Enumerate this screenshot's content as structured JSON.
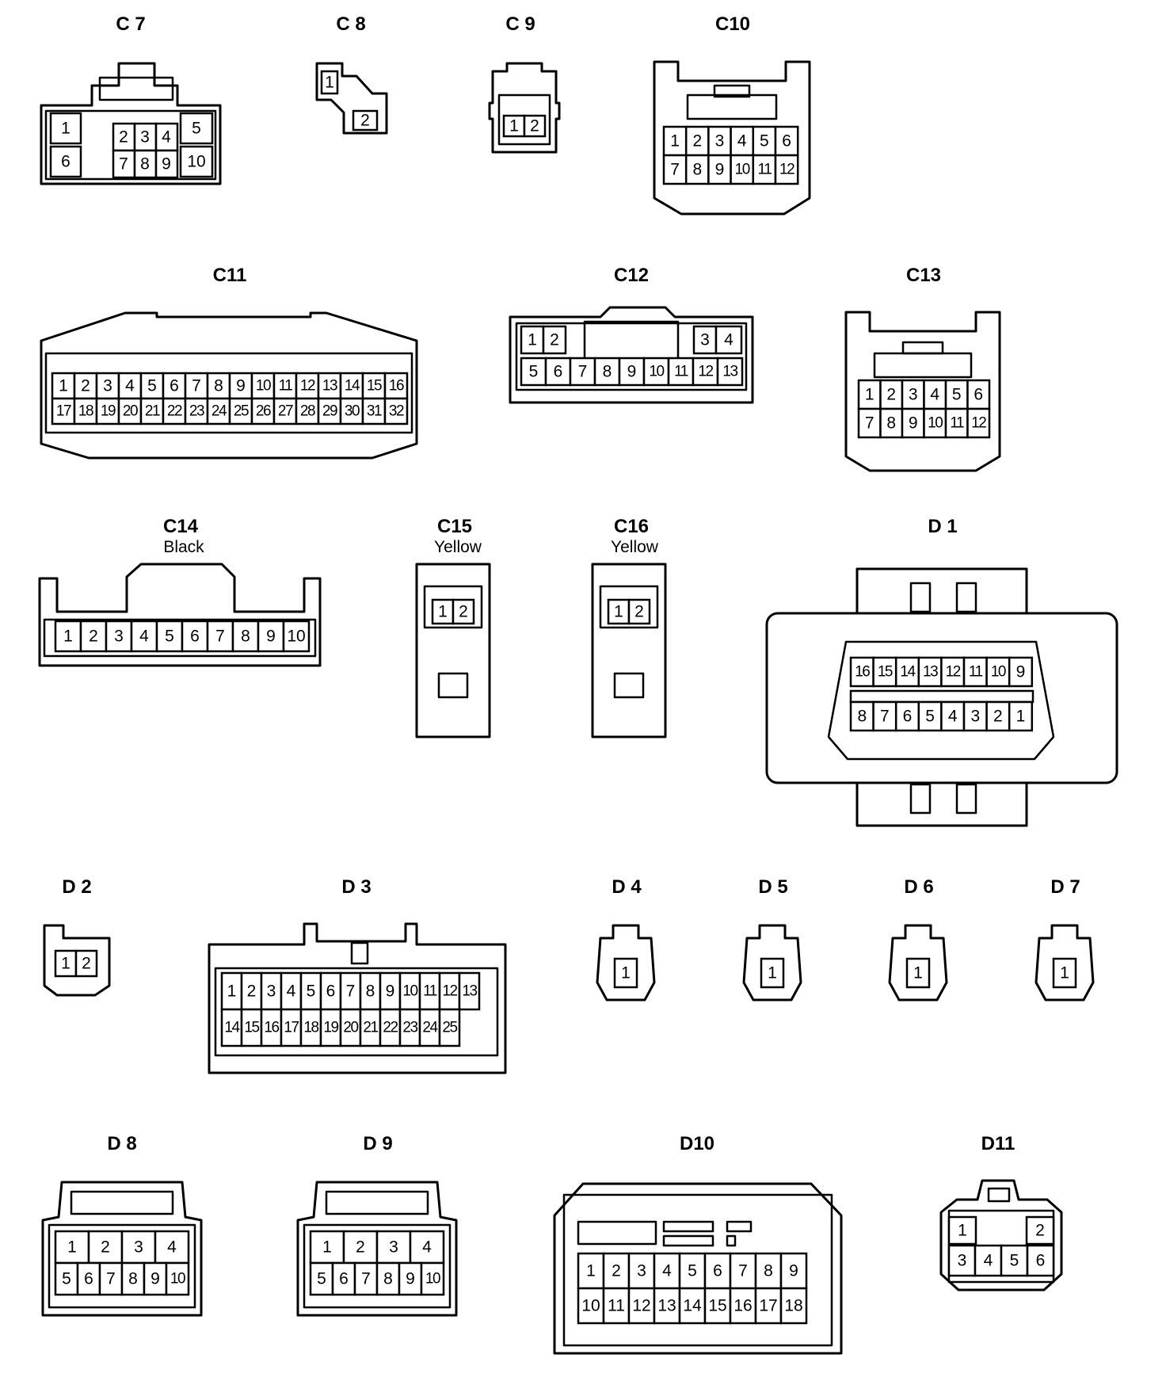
{
  "connectors": {
    "c7": {
      "label": "C 7",
      "pins": [
        "1",
        "2",
        "3",
        "4",
        "5",
        "6",
        "7",
        "8",
        "9",
        "10"
      ]
    },
    "c8": {
      "label": "C 8",
      "pins": [
        "1",
        "2"
      ]
    },
    "c9": {
      "label": "C 9",
      "pins": [
        "1",
        "2"
      ]
    },
    "c10": {
      "label": "C10",
      "pins": [
        "1",
        "2",
        "3",
        "4",
        "5",
        "6",
        "7",
        "8",
        "9",
        "10",
        "11",
        "12"
      ]
    },
    "c11": {
      "label": "C11",
      "pins": [
        "1",
        "2",
        "3",
        "4",
        "5",
        "6",
        "7",
        "8",
        "9",
        "10",
        "11",
        "12",
        "13",
        "14",
        "15",
        "16",
        "17",
        "18",
        "19",
        "20",
        "21",
        "22",
        "23",
        "24",
        "25",
        "26",
        "27",
        "28",
        "29",
        "30",
        "31",
        "32"
      ]
    },
    "c12": {
      "label": "C12",
      "pins": [
        "1",
        "2",
        "3",
        "4",
        "5",
        "6",
        "7",
        "8",
        "9",
        "10",
        "11",
        "12",
        "13"
      ]
    },
    "c13": {
      "label": "C13",
      "pins": [
        "1",
        "2",
        "3",
        "4",
        "5",
        "6",
        "7",
        "8",
        "9",
        "10",
        "11",
        "12"
      ]
    },
    "c14": {
      "label": "C14",
      "sublabel": "Black",
      "pins": [
        "1",
        "2",
        "3",
        "4",
        "5",
        "6",
        "7",
        "8",
        "9",
        "10"
      ]
    },
    "c15": {
      "label": "C15",
      "sublabel": "Yellow",
      "pins": [
        "1",
        "2"
      ]
    },
    "c16": {
      "label": "C16",
      "sublabel": "Yellow",
      "pins": [
        "1",
        "2"
      ]
    },
    "d1": {
      "label": "D 1",
      "pins": [
        "16",
        "15",
        "14",
        "13",
        "12",
        "11",
        "10",
        "9",
        "8",
        "7",
        "6",
        "5",
        "4",
        "3",
        "2",
        "1"
      ]
    },
    "d2": {
      "label": "D 2",
      "pins": [
        "1",
        "2"
      ]
    },
    "d3": {
      "label": "D 3",
      "pins": [
        "1",
        "2",
        "3",
        "4",
        "5",
        "6",
        "7",
        "8",
        "9",
        "10",
        "11",
        "12",
        "13",
        "14",
        "15",
        "16",
        "17",
        "18",
        "19",
        "20",
        "21",
        "22",
        "23",
        "24",
        "25"
      ]
    },
    "d4": {
      "label": "D 4",
      "pins": [
        "1"
      ]
    },
    "d5": {
      "label": "D 5",
      "pins": [
        "1"
      ]
    },
    "d6": {
      "label": "D 6",
      "pins": [
        "1"
      ]
    },
    "d7": {
      "label": "D 7",
      "pins": [
        "1"
      ]
    },
    "d8": {
      "label": "D 8",
      "pins": [
        "1",
        "2",
        "3",
        "4",
        "5",
        "6",
        "7",
        "8",
        "9",
        "10"
      ]
    },
    "d9": {
      "label": "D 9",
      "pins": [
        "1",
        "2",
        "3",
        "4",
        "5",
        "6",
        "7",
        "8",
        "9",
        "10"
      ]
    },
    "d10": {
      "label": "D10",
      "pins": [
        "1",
        "2",
        "3",
        "4",
        "5",
        "6",
        "7",
        "8",
        "9",
        "10",
        "11",
        "12",
        "13",
        "14",
        "15",
        "16",
        "17",
        "18"
      ]
    },
    "d11": {
      "label": "D11",
      "pins": [
        "1",
        "2",
        "3",
        "4",
        "5",
        "6"
      ]
    }
  }
}
